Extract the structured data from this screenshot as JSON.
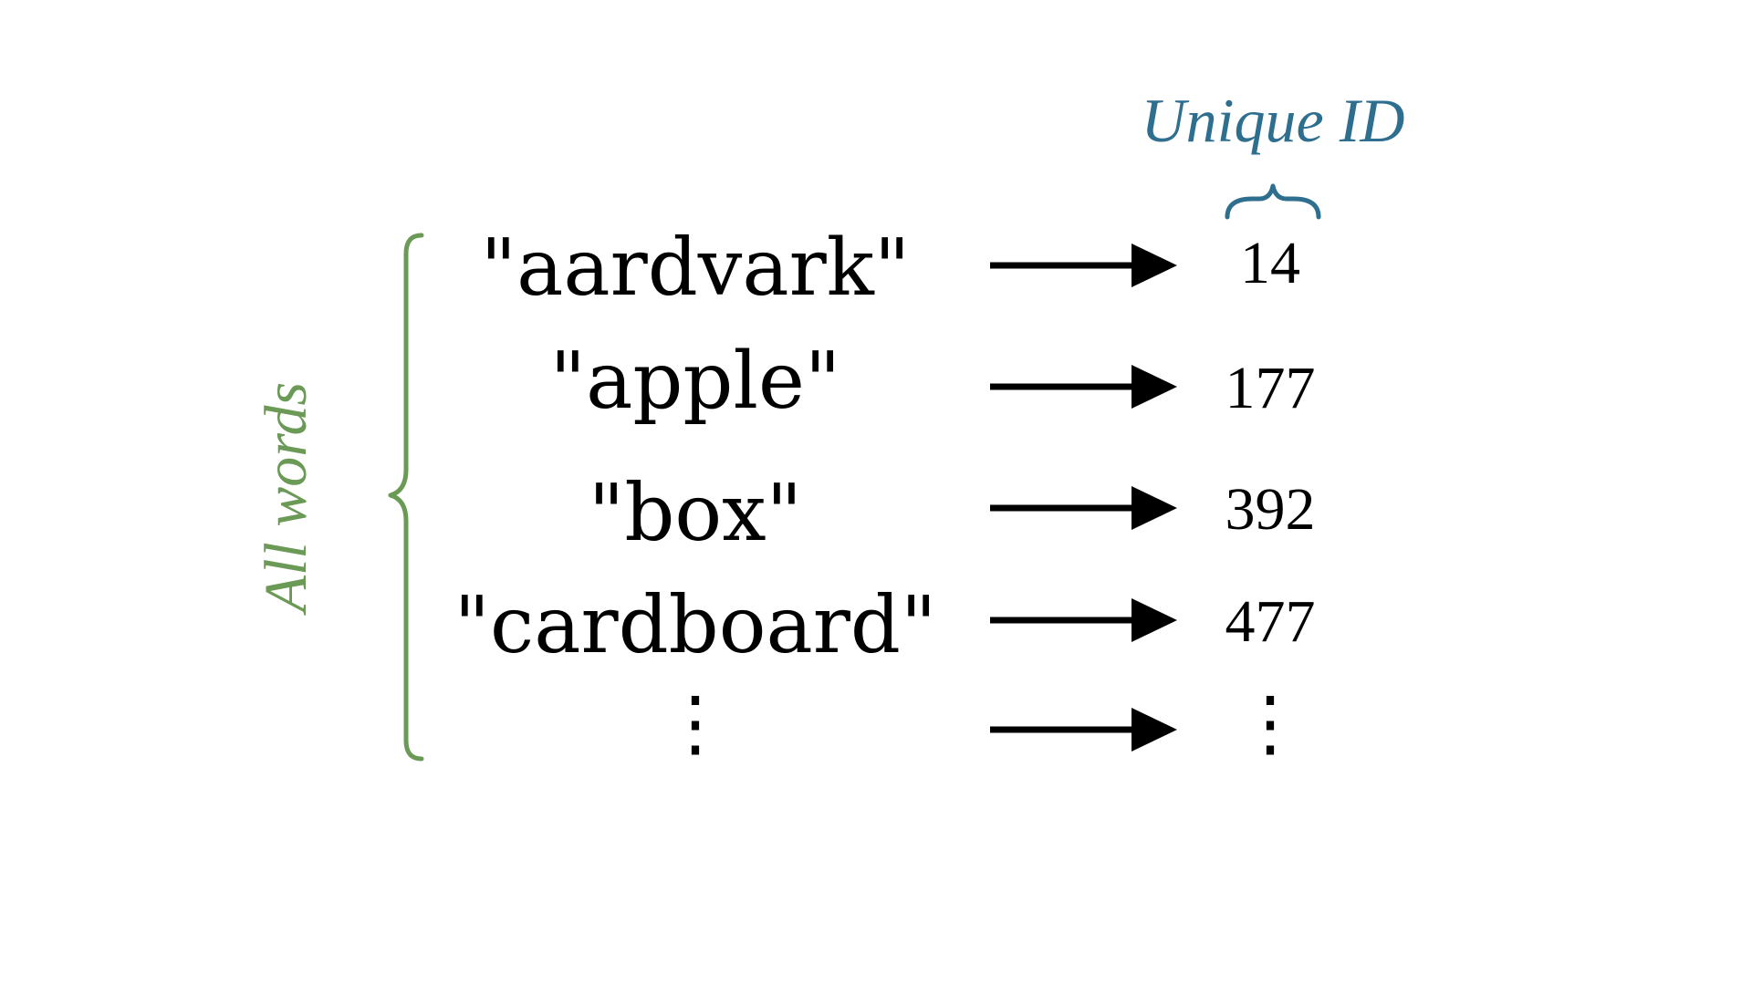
{
  "labels": {
    "header": "Unique ID",
    "group": "All words"
  },
  "rows": [
    {
      "word": "\"aardvark\"",
      "id": "14"
    },
    {
      "word": "\"apple\"",
      "id": "177"
    },
    {
      "word": "\"box\"",
      "id": "392"
    },
    {
      "word": "\"cardboard\"",
      "id": "477"
    },
    {
      "word": "⋮",
      "id": "⋮"
    }
  ],
  "colors": {
    "header": "#2e6e8e",
    "group": "#6a9a55",
    "text": "#000000",
    "arrow": "#000000"
  }
}
